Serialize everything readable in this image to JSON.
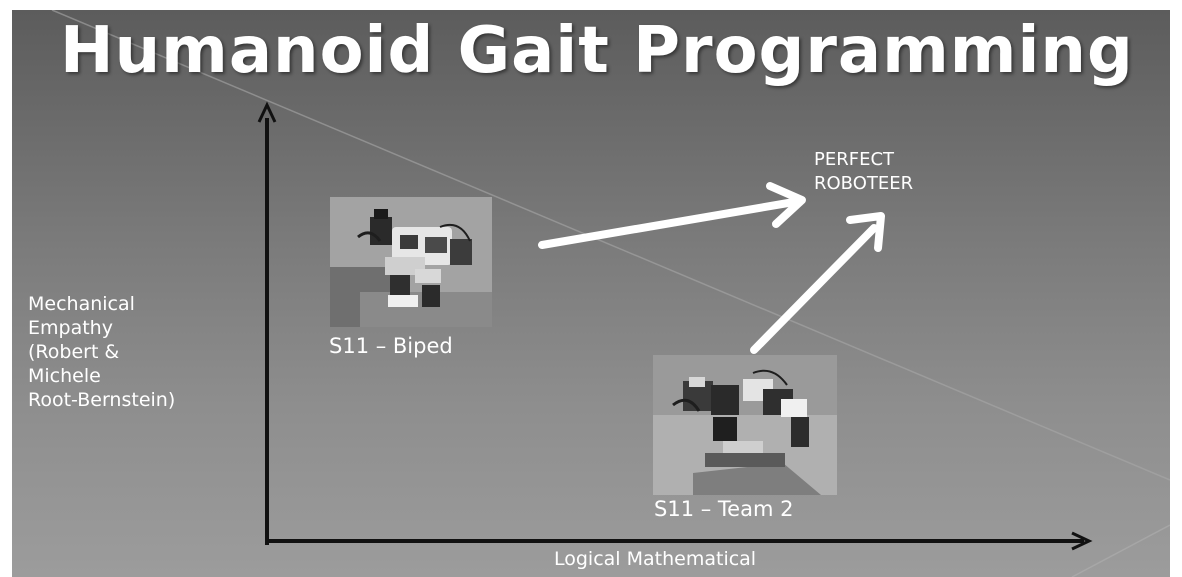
{
  "slide": {
    "title": "Humanoid Gait Programming"
  },
  "axes": {
    "y_label_lines": [
      "Mechanical",
      "Empathy",
      "(Robert &",
      "Michele",
      "Root-Bernstein)"
    ],
    "x_label": "Logical Mathematical"
  },
  "target": {
    "label_lines": [
      "PERFECT",
      "ROBOTEER"
    ]
  },
  "robots": [
    {
      "caption": "S11 – Biped",
      "icon": "biped-robot-photo"
    },
    {
      "caption": "S11 – Team 2",
      "icon": "team2-robot-photo"
    }
  ],
  "colors": {
    "text": "#ffffff",
    "axis": "#111111",
    "arrow": "#ffffff",
    "background_dark": "#5c5c5c",
    "background_light": "#9c9c9c"
  }
}
